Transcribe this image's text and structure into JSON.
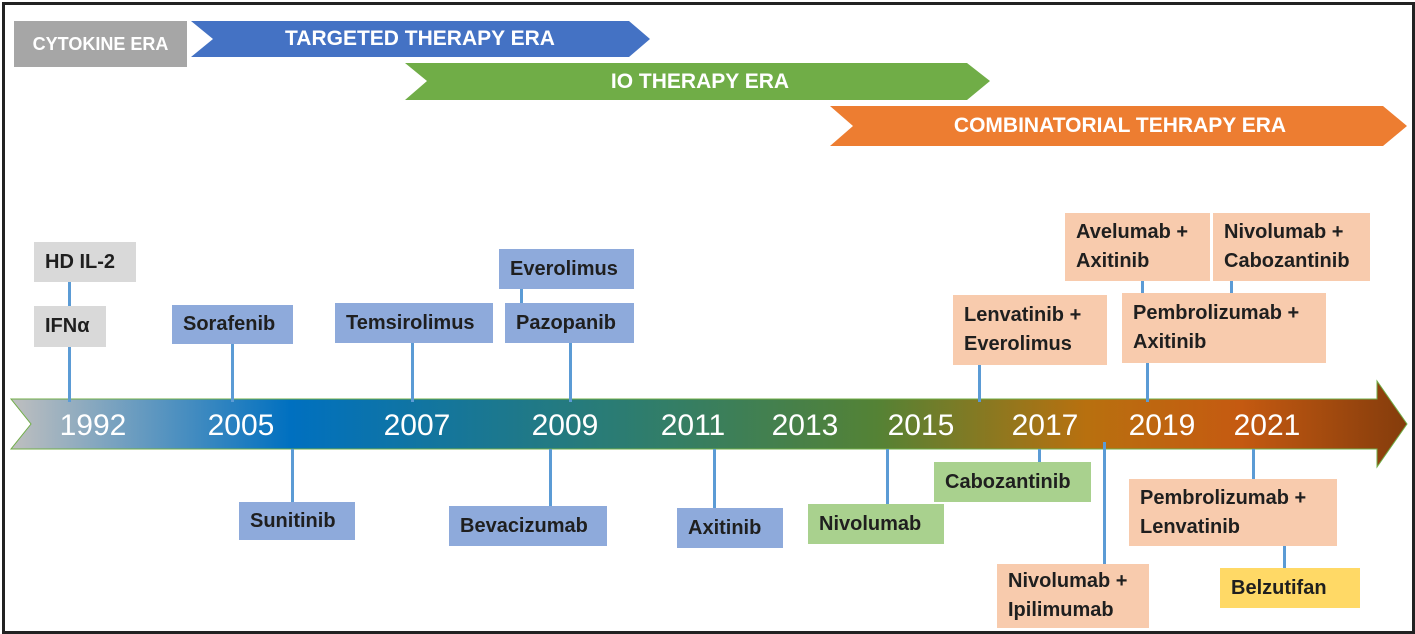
{
  "eras": {
    "cytokine": "CYTOKINE ERA",
    "targeted": "TARGETED THERAPY ERA",
    "io": "IO THERAPY ERA",
    "combinatorial": "COMBINATORIAL TEHRAPY ERA"
  },
  "years": [
    "1992",
    "2005",
    "2007",
    "2009",
    "2011",
    "2013",
    "2015",
    "2017",
    "2019",
    "2021"
  ],
  "drugs": {
    "hd_il2": "HD IL-2",
    "ifna": "IFNα",
    "sorafenib": "Sorafenib",
    "sunitinib": "Sunitinib",
    "temsirolimus": "Temsirolimus",
    "everolimus": "Everolimus",
    "pazopanib": "Pazopanib",
    "bevacizumab": "Bevacizumab",
    "axitinib": "Axitinib",
    "nivolumab": "Nivolumab",
    "cabozantinib": "Cabozantinib",
    "lenvatinib_everolimus": "Lenvatinib +\nEverolimus",
    "nivolumab_ipilimumab": "Nivolumab +\nIpilimumab",
    "avelumab_axitinib": "Avelumab +\nAxitinib",
    "pembrolizumab_axitinib": "Pembrolizumab +\nAxitinib",
    "nivolumab_cabozantinib": "Nivolumab +\nCabozantinib",
    "pembrolizumab_lenvatinib": "Pembrolizumab +\nLenvatinib",
    "belzutifan": "Belzutifan"
  },
  "colors": {
    "cytokine": "#a6a6a6",
    "targeted": "#4472c4",
    "io": "#70ad47",
    "combinatorial": "#ed7d31",
    "cytokine_agent": "#d9d9d9",
    "targeted_agent": "#8eaadb",
    "io_agent": "#a9d18e",
    "combination_agent": "#f8cbad",
    "hif_agent": "#ffd966",
    "connector": "#5b9bd5"
  }
}
